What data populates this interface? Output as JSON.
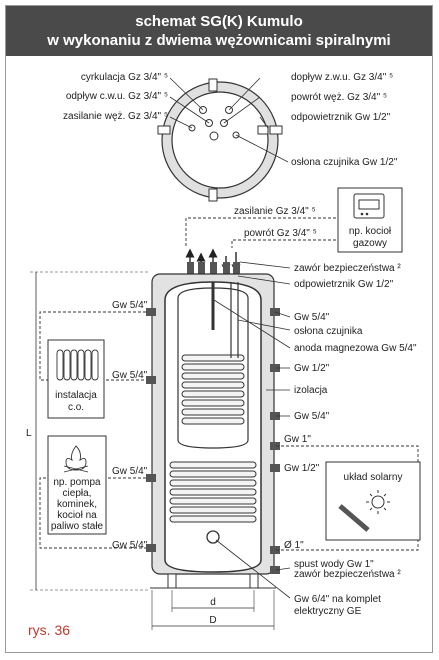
{
  "title": {
    "line1": "schemat SG(K) Kumulo",
    "line2": "w wykonaniu z dwiema wężownicami spiralnymi"
  },
  "top_view": {
    "left_labels": [
      "cyrkulacja Gz 3/4\" ⁵",
      "odpływ c.w.u. Gz 3/4\" ⁵",
      "zasilanie węż. Gz 3/4\" ⁵"
    ],
    "right_labels": [
      "dopływ z.w.u. Gz 3/4\" ⁵",
      "powrót węż. Gz 3/4\" ⁵",
      "odpowietrznik Gw 1/2\""
    ],
    "sensor_label": "osłona czujnika Gw 1/2\""
  },
  "boiler_links": {
    "supply": "zasilanie Gz 3/4\" ⁵",
    "return": "powrót Gz 3/4\" ⁵",
    "boiler_label": [
      "np. kocioł",
      "gazowy"
    ]
  },
  "right_labels": {
    "valve": "zawór bezpieczeństwa ²",
    "vent": "odpowietrznik Gw 1/2\"",
    "gw54_a": "Gw 5/4\"",
    "sensor": "osłona czujnika",
    "anode": "anoda magnezowa Gw 5/4\"",
    "gw12_a": "Gw 1/2\"",
    "insulation": "izolacja",
    "gw54_b": "Gw 5/4\"",
    "gw1": "Gw  1\"",
    "gw12_b": "Gw 1/2\"",
    "phi1": "Ø 1\"",
    "drain": "spust wody Gw 1\"",
    "valve2": "zawór bezpieczeństwa ²",
    "heater": [
      "Gw 6/4\" na komplet",
      "elektryczny GE"
    ]
  },
  "left_labels": {
    "gw54_1": "Gw 5/4\"",
    "gw54_2": "Gw 5/4\"",
    "gw54_3": "Gw 5/4\"",
    "gw54_4": "Gw 5/4\"",
    "L": "L",
    "installation": [
      "instalacja",
      "c.o."
    ],
    "alt_sources": [
      "np. pompa",
      "ciepła,",
      "kominek,",
      "kocioł na",
      "paliwo stałe"
    ]
  },
  "solar": {
    "label": "układ solarny"
  },
  "dimensions": {
    "d": "d",
    "D": "D"
  },
  "figure_label": "rys. 36"
}
